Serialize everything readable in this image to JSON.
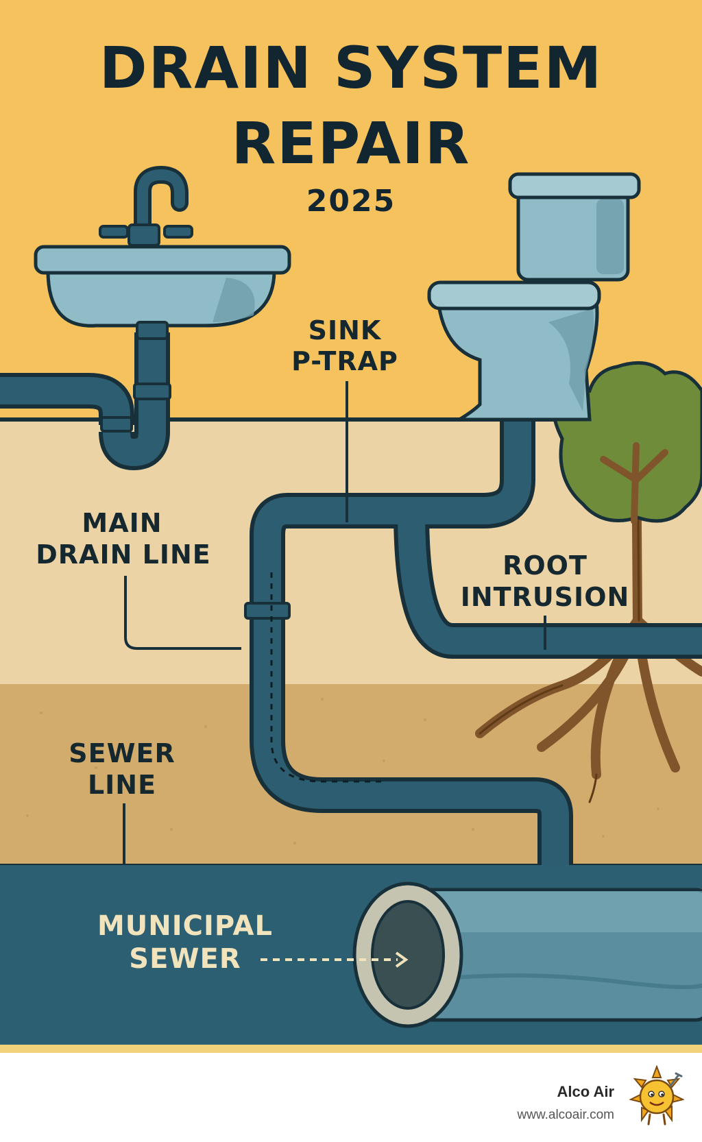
{
  "title": {
    "line1": "DRAIN SYSTEM",
    "line2": "REPAIR",
    "year": "2025"
  },
  "labels": {
    "sink_ptrap": [
      "SINK",
      "P-TRAP"
    ],
    "main_drain": [
      "MAIN",
      "DRAIN LINE"
    ],
    "root_intrusion": [
      "ROOT",
      "INTRUSION"
    ],
    "sewer_line": [
      "SEWER",
      "LINE"
    ],
    "municipal_sewer": [
      "MUNICIPAL",
      "SEWER"
    ]
  },
  "footer": {
    "brand": "Alco Air",
    "url": "www.alcoair.com"
  },
  "colors": {
    "sky": "#f6c25e",
    "soil_upper": "#ecd3a5",
    "soil_lower": "#d1ac6d",
    "pipe": "#2c5d70",
    "fixture": "#8fbcc6",
    "sewer_band": "#2d5f72",
    "tree_green": "#6f8c3b",
    "root_brown": "#80552b"
  },
  "icons": [
    "sink-icon",
    "toilet-icon",
    "tree-icon",
    "sun-mascot-icon"
  ]
}
